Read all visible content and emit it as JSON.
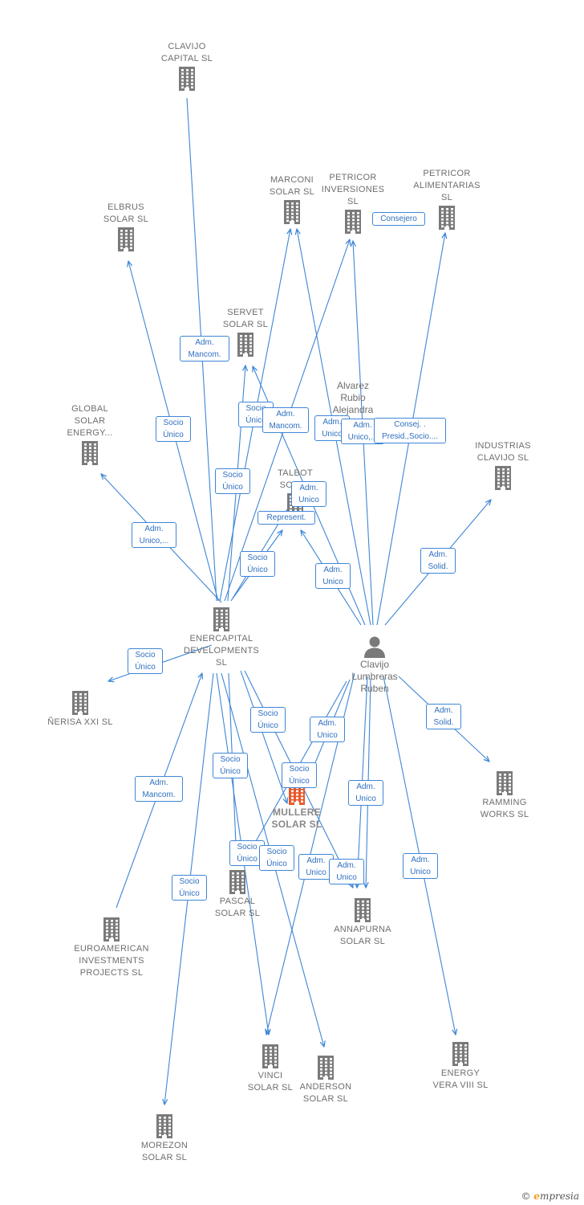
{
  "companies": [
    {
      "id": "clavijo-capital",
      "label": "CLAVIJO\nCAPITAL  SL"
    },
    {
      "id": "elbrus-solar",
      "label": "ELBRUS\nSOLAR  SL"
    },
    {
      "id": "marconi-solar",
      "label": "MARCONI\nSOLAR  SL"
    },
    {
      "id": "petricor-inversiones",
      "label": "PETRICOR\nINVERSIONES\nSL"
    },
    {
      "id": "petricor-alimentarias",
      "label": "PETRICOR\nALIMENTARIAS\nSL"
    },
    {
      "id": "servet-solar",
      "label": "SERVET\nSOLAR  SL"
    },
    {
      "id": "global-solar",
      "label": "GLOBAL\nSOLAR\nENERGY..."
    },
    {
      "id": "talbot-solar",
      "label": "TALBOT\nSOLAR"
    },
    {
      "id": "industrias-clavijo",
      "label": "INDUSTRIAS\nCLAVIJO  SL"
    },
    {
      "id": "enercapital",
      "label": "ENERCAPITAL\nDEVELOPMENTS\nSL"
    },
    {
      "id": "nerisa",
      "label": "ÑERISA XXI  SL"
    },
    {
      "id": "mullere-solar",
      "label": "MULLERE\nSOLAR  SL"
    },
    {
      "id": "ramming-works",
      "label": "RAMMING\nWORKS  SL"
    },
    {
      "id": "pascal-solar",
      "label": "PASCAL\nSOLAR  SL"
    },
    {
      "id": "annapurna-solar",
      "label": "ANNAPURNA\nSOLAR  SL"
    },
    {
      "id": "euroamerican",
      "label": "EUROAMERICAN\nINVESTMENTS\nPROJECTS  SL"
    },
    {
      "id": "vinci-solar",
      "label": "VINCI\nSOLAR  SL"
    },
    {
      "id": "anderson-solar",
      "label": "ANDERSON\nSOLAR  SL"
    },
    {
      "id": "energy-vera",
      "label": "ENERGY\nVERA VIII  SL"
    },
    {
      "id": "morezon-solar",
      "label": "MOREZON\nSOLAR  SL"
    }
  ],
  "persons": [
    {
      "id": "alvarez-rubio",
      "label": "Alvarez\nRubio\nAlejandra"
    },
    {
      "id": "clavijo-lumbreras",
      "label": "Clavijo\nLumbreras\nRuben"
    }
  ],
  "relations": [
    {
      "id": "r1",
      "label": "Adm.\nMancom."
    },
    {
      "id": "r2",
      "label": "Consejero"
    },
    {
      "id": "r3",
      "label": "Socio\nÚnico"
    },
    {
      "id": "r4",
      "label": "Socio\nÚnico"
    },
    {
      "id": "r5",
      "label": "Adm.\nMancom."
    },
    {
      "id": "r6",
      "label": "Adm.\nUnico"
    },
    {
      "id": "r7",
      "label": "Adm.\nUnico,..."
    },
    {
      "id": "r8",
      "label": "Consej. .\nPresid.,Socio...."
    },
    {
      "id": "r9",
      "label": "Socio\nÚnico"
    },
    {
      "id": "r10",
      "label": "Adm.\nUnico"
    },
    {
      "id": "r11",
      "label": "Represent."
    },
    {
      "id": "r12",
      "label": "Adm.\nUnico,..."
    },
    {
      "id": "r13",
      "label": "Socio\nÚnico"
    },
    {
      "id": "r14",
      "label": "Adm.\nUnico"
    },
    {
      "id": "r15",
      "label": "Adm.\nSolid."
    },
    {
      "id": "r16",
      "label": "Socio\nÚnico"
    },
    {
      "id": "r17",
      "label": "Socio\nÚnico"
    },
    {
      "id": "r18",
      "label": "Adm.\nUnico"
    },
    {
      "id": "r19",
      "label": "Adm.\nSolid."
    },
    {
      "id": "r20",
      "label": "Socio\nÚnico"
    },
    {
      "id": "r21",
      "label": "Socio\nÚnico"
    },
    {
      "id": "r22",
      "label": "Adm.\nUnico"
    },
    {
      "id": "r23",
      "label": "Adm.\nMancom."
    },
    {
      "id": "r24",
      "label": "Socio\nÚnico"
    },
    {
      "id": "r25",
      "label": "Socio\nÚnico"
    },
    {
      "id": "r26",
      "label": "Adm.\nUnico"
    },
    {
      "id": "r27",
      "label": "Adm.\nUnico"
    },
    {
      "id": "r28",
      "label": "Adm.\nUnico"
    },
    {
      "id": "r29",
      "label": "Socio\nÚnico"
    }
  ],
  "colors": {
    "edge": "#3f86d6",
    "building": "#7a7a7a",
    "highlight": "#e8582a",
    "person": "#7a7a7a"
  },
  "icons": {
    "company": "building-icon",
    "person": "person-icon",
    "copyright": "copyright-icon"
  },
  "brand": {
    "copyright": "©",
    "name_initial": "e",
    "name_rest": "mpresia"
  }
}
